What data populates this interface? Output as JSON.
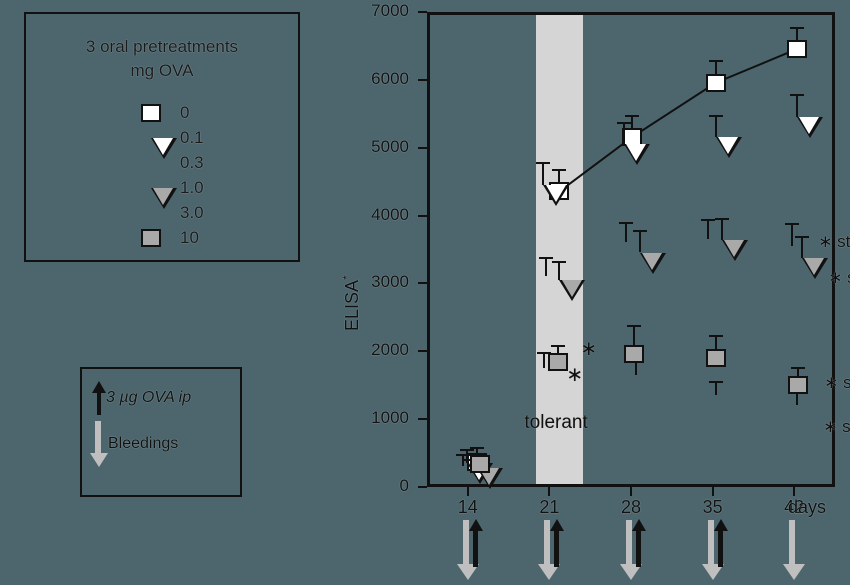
{
  "legend": {
    "title_line1": "3 oral pretreatments",
    "title_line2": "mg OVA",
    "items": [
      {
        "label": "0",
        "shape": "square",
        "fill": "white"
      },
      {
        "label": "0.1",
        "shape": "triangle",
        "fill": "white"
      },
      {
        "label": "0.3",
        "shape": "pentagon",
        "fill": "white"
      },
      {
        "label": "1.0",
        "shape": "triangle",
        "fill": "gray"
      },
      {
        "label": "3.0",
        "shape": "pentagon",
        "fill": "gray"
      },
      {
        "label": "10",
        "shape": "square",
        "fill": "gray"
      }
    ]
  },
  "protocol": {
    "immunization_label": "3 µg OVA ip",
    "bleeding_label": "Bleedings"
  },
  "annotations": {
    "tolerant": "tolerant",
    "stable": "stable",
    "star": "∗"
  },
  "chart_data": {
    "type": "scatter",
    "title": "",
    "xlabel": "days",
    "ylabel": "ELISA",
    "ylabel_sup": "*",
    "x": [
      14,
      21,
      28,
      35,
      42
    ],
    "xticklabels": [
      "14",
      "21",
      "28",
      "35",
      "42"
    ],
    "ylim": [
      0,
      7000
    ],
    "yticks": [
      0,
      1000,
      2000,
      3000,
      4000,
      5000,
      6000,
      7000
    ],
    "yticklabels": [
      "0",
      "1000",
      "2000",
      "3000",
      "4000",
      "5000",
      "6000",
      "7000"
    ],
    "xlim": [
      10.5,
      45.5
    ],
    "grid": false,
    "shaded_band": {
      "x_start": 19.6,
      "x_end": 23.6,
      "color": "#d5d5d5"
    },
    "connector_line": {
      "series": "0",
      "from_x": 21,
      "to_x": 42
    },
    "series": [
      {
        "name": "0",
        "shape": "square",
        "fill": "white",
        "values": [
          420,
          4400,
          5200,
          6000,
          6500
        ],
        "errors": [
          220,
          330,
          330,
          330,
          330
        ]
      },
      {
        "name": "0.1",
        "shape": "triangle",
        "fill": "white",
        "values": [
          400,
          4500,
          5100,
          5200,
          5500
        ],
        "errors": [
          200,
          330,
          330,
          330,
          330
        ]
      },
      {
        "name": "0.3",
        "shape": "pentagon",
        "fill": "white",
        "values": [
          350,
          3150,
          3650,
          3700,
          3600
        ],
        "errors": [
          180,
          280,
          300,
          300,
          330
        ]
      },
      {
        "name": "1.0",
        "shape": "triangle",
        "fill": "gray",
        "values": [
          330,
          3100,
          3500,
          3680,
          3420
        ],
        "errors": [
          180,
          280,
          330,
          330,
          330
        ]
      },
      {
        "name": "3.0",
        "shape": "pentagon",
        "fill": "gray",
        "values": [
          300,
          1800,
          1700,
          1400,
          1250
        ],
        "errors": [
          150,
          230,
          230,
          200,
          200
        ]
      },
      {
        "name": "10",
        "shape": "square",
        "fill": "gray",
        "values": [
          380,
          1880,
          2000,
          1950,
          1550
        ],
        "errors": [
          170,
          250,
          430,
          330,
          260
        ]
      }
    ],
    "significance_markers": [
      {
        "x": 21,
        "series": "10",
        "marker": "∗"
      },
      {
        "x": 21,
        "series": "3.0",
        "marker": "∗"
      },
      {
        "x": 42,
        "series": "0.3",
        "marker": "∗ stable"
      },
      {
        "x": 42,
        "series": "1.0",
        "marker": "∗ stable"
      },
      {
        "x": 42,
        "series": "10",
        "marker": "∗ stable"
      },
      {
        "x": 42,
        "series": "3.0",
        "marker": "∗ stable"
      }
    ],
    "axis_events": [
      {
        "x": 14,
        "immunization": true,
        "bleeding": true
      },
      {
        "x": 21,
        "immunization": true,
        "bleeding": true
      },
      {
        "x": 28,
        "immunization": true,
        "bleeding": true
      },
      {
        "x": 35,
        "immunization": true,
        "bleeding": true
      },
      {
        "x": 42,
        "immunization": false,
        "bleeding": true
      }
    ]
  },
  "colors": {
    "background": "#4d666e",
    "ink": "#111111",
    "gray_fill": "#a9a9a9",
    "white_fill": "#ffffff",
    "band": "#d5d5d5",
    "arrow_gray": "#bfbfbf"
  }
}
